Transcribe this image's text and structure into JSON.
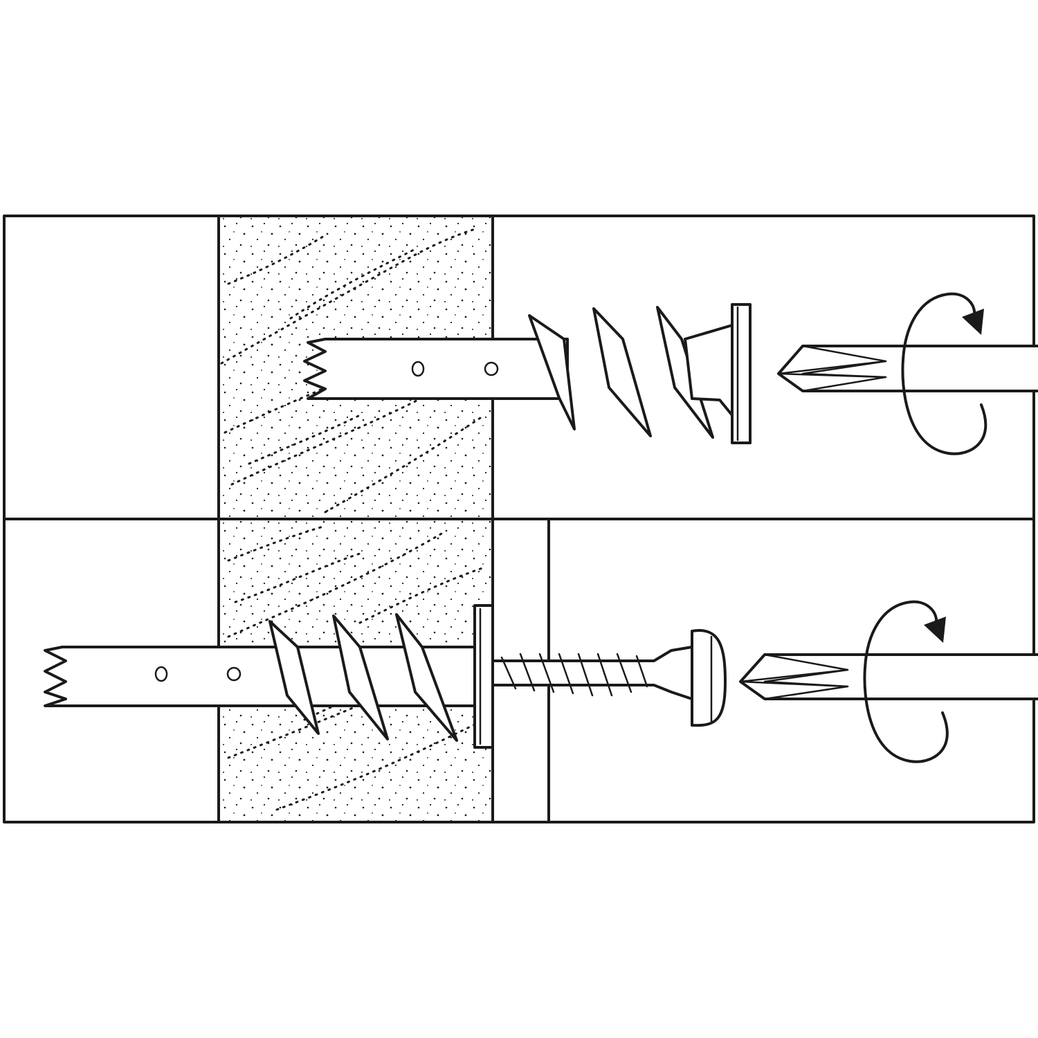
{
  "diagram": {
    "type": "installation-instructions",
    "steps": [
      {
        "step": 1,
        "parts": [
          "wall-board",
          "drywall-anchor",
          "phillips-screwdriver",
          "rotation-arrow"
        ]
      },
      {
        "step": 2,
        "parts": [
          "wall-board",
          "drywall-anchor",
          "fixture-plate",
          "pan-head-screw",
          "phillips-screwdriver",
          "rotation-arrow"
        ]
      }
    ],
    "colors": {
      "line": "#1a1a1a",
      "background": "#ffffff"
    }
  }
}
